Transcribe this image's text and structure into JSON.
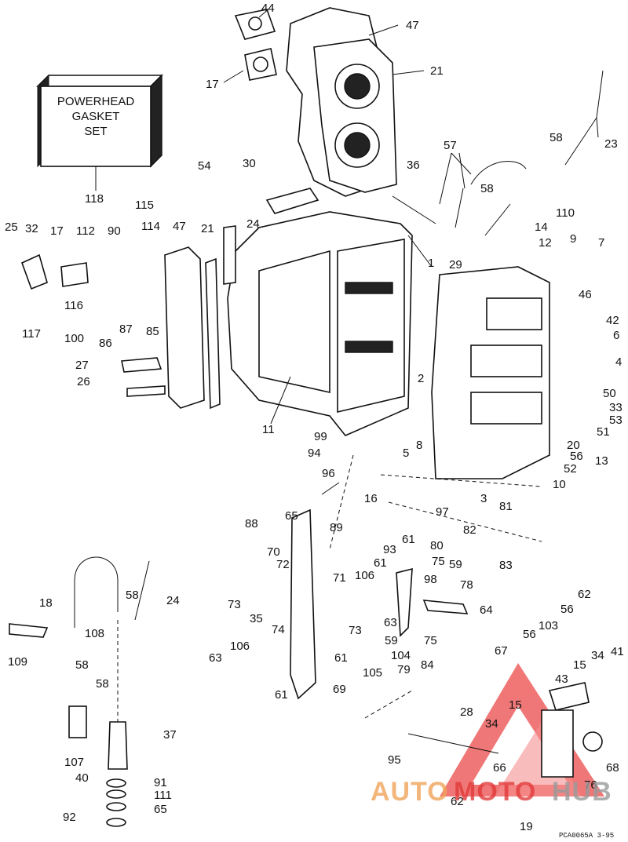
{
  "gasket_box": {
    "line1": "POWERHEAD",
    "line2": "GASKET",
    "line3": "SET"
  },
  "callouts": [
    {
      "id": "c44",
      "text": "44"
    },
    {
      "id": "c47a",
      "text": "47"
    },
    {
      "id": "c21a",
      "text": "21"
    },
    {
      "id": "c17a",
      "text": "17"
    },
    {
      "id": "c23",
      "text": "23"
    },
    {
      "id": "c58a",
      "text": "58"
    },
    {
      "id": "c57",
      "text": "57"
    },
    {
      "id": "c36",
      "text": "36"
    },
    {
      "id": "c30",
      "text": "30"
    },
    {
      "id": "c54",
      "text": "54"
    },
    {
      "id": "c118",
      "text": "118"
    },
    {
      "id": "c58b",
      "text": "58"
    },
    {
      "id": "c110",
      "text": "110"
    },
    {
      "id": "c14",
      "text": "14"
    },
    {
      "id": "c12",
      "text": "12"
    },
    {
      "id": "c9",
      "text": "9"
    },
    {
      "id": "c7",
      "text": "7"
    },
    {
      "id": "c29",
      "text": "29"
    },
    {
      "id": "c25",
      "text": "25"
    },
    {
      "id": "c32",
      "text": "32"
    },
    {
      "id": "c17b",
      "text": "17"
    },
    {
      "id": "c112",
      "text": "112"
    },
    {
      "id": "c90",
      "text": "90"
    },
    {
      "id": "c115",
      "text": "115"
    },
    {
      "id": "c114",
      "text": "114"
    },
    {
      "id": "c47b",
      "text": "47"
    },
    {
      "id": "c21b",
      "text": "21"
    },
    {
      "id": "c24a",
      "text": "24"
    },
    {
      "id": "c1",
      "text": "1"
    },
    {
      "id": "c116",
      "text": "116"
    },
    {
      "id": "c117",
      "text": "117"
    },
    {
      "id": "c100",
      "text": "100"
    },
    {
      "id": "c87",
      "text": "87"
    },
    {
      "id": "c85",
      "text": "85"
    },
    {
      "id": "c86",
      "text": "86"
    },
    {
      "id": "c46",
      "text": "46"
    },
    {
      "id": "c42",
      "text": "42"
    },
    {
      "id": "c6",
      "text": "6"
    },
    {
      "id": "c27",
      "text": "27"
    },
    {
      "id": "c2",
      "text": "2"
    },
    {
      "id": "c26",
      "text": "26"
    },
    {
      "id": "c4",
      "text": "4"
    },
    {
      "id": "c50",
      "text": "50"
    },
    {
      "id": "c33",
      "text": "33"
    },
    {
      "id": "c53",
      "text": "53"
    },
    {
      "id": "c51",
      "text": "51"
    },
    {
      "id": "c11",
      "text": "11"
    },
    {
      "id": "c99",
      "text": "99"
    },
    {
      "id": "c20",
      "text": "20"
    },
    {
      "id": "c5",
      "text": "5"
    },
    {
      "id": "c8",
      "text": "8"
    },
    {
      "id": "c94",
      "text": "94"
    },
    {
      "id": "c56a",
      "text": "56"
    },
    {
      "id": "c13",
      "text": "13"
    },
    {
      "id": "c52",
      "text": "52"
    },
    {
      "id": "c10",
      "text": "10"
    },
    {
      "id": "c96",
      "text": "96"
    },
    {
      "id": "c16",
      "text": "16"
    },
    {
      "id": "c3",
      "text": "3"
    },
    {
      "id": "c97",
      "text": "97"
    },
    {
      "id": "c81",
      "text": "81"
    },
    {
      "id": "c88",
      "text": "88"
    },
    {
      "id": "c65a",
      "text": "65"
    },
    {
      "id": "c89",
      "text": "89"
    },
    {
      "id": "c82",
      "text": "82"
    },
    {
      "id": "c70",
      "text": "70"
    },
    {
      "id": "c61a",
      "text": "61"
    },
    {
      "id": "c80",
      "text": "80"
    },
    {
      "id": "c93",
      "text": "93"
    },
    {
      "id": "c75a",
      "text": "75"
    },
    {
      "id": "c83",
      "text": "83"
    },
    {
      "id": "c59a",
      "text": "59"
    },
    {
      "id": "c72",
      "text": "72"
    },
    {
      "id": "c61b",
      "text": "61"
    },
    {
      "id": "c106a",
      "text": "106"
    },
    {
      "id": "c98",
      "text": "98"
    },
    {
      "id": "c78",
      "text": "78"
    },
    {
      "id": "c62a",
      "text": "62"
    },
    {
      "id": "c71",
      "text": "71"
    },
    {
      "id": "c18",
      "text": "18"
    },
    {
      "id": "c58c",
      "text": "58"
    },
    {
      "id": "c24b",
      "text": "24"
    },
    {
      "id": "c73a",
      "text": "73"
    },
    {
      "id": "c64",
      "text": "64"
    },
    {
      "id": "c56b",
      "text": "56"
    },
    {
      "id": "c35",
      "text": "35"
    },
    {
      "id": "c63a",
      "text": "63"
    },
    {
      "id": "c74",
      "text": "74"
    },
    {
      "id": "c73b",
      "text": "73"
    },
    {
      "id": "c56c",
      "text": "56"
    },
    {
      "id": "c103",
      "text": "103"
    },
    {
      "id": "c109",
      "text": "109"
    },
    {
      "id": "c108",
      "text": "108"
    },
    {
      "id": "c59b",
      "text": "59"
    },
    {
      "id": "c75b",
      "text": "75"
    },
    {
      "id": "c67",
      "text": "67"
    },
    {
      "id": "c106b",
      "text": "106"
    },
    {
      "id": "c61c",
      "text": "61"
    },
    {
      "id": "c104",
      "text": "104"
    },
    {
      "id": "c84",
      "text": "84"
    },
    {
      "id": "c41",
      "text": "41"
    },
    {
      "id": "c58d",
      "text": "58"
    },
    {
      "id": "c63b",
      "text": "63"
    },
    {
      "id": "c105",
      "text": "105"
    },
    {
      "id": "c79",
      "text": "79"
    },
    {
      "id": "c34a",
      "text": "34"
    },
    {
      "id": "c15a",
      "text": "15"
    },
    {
      "id": "c58e",
      "text": "58"
    },
    {
      "id": "c61d",
      "text": "61"
    },
    {
      "id": "c69",
      "text": "69"
    },
    {
      "id": "c43",
      "text": "43"
    },
    {
      "id": "c15b",
      "text": "15"
    },
    {
      "id": "c28",
      "text": "28"
    },
    {
      "id": "c34b",
      "text": "34"
    },
    {
      "id": "c37",
      "text": "37"
    },
    {
      "id": "c107",
      "text": "107"
    },
    {
      "id": "c95",
      "text": "95"
    },
    {
      "id": "c68",
      "text": "68"
    },
    {
      "id": "c40",
      "text": "40"
    },
    {
      "id": "c91",
      "text": "91"
    },
    {
      "id": "c66",
      "text": "66"
    },
    {
      "id": "c111",
      "text": "111"
    },
    {
      "id": "c76",
      "text": "76"
    },
    {
      "id": "c65b",
      "text": "65"
    },
    {
      "id": "c62b",
      "text": "62"
    },
    {
      "id": "c92",
      "text": "92"
    },
    {
      "id": "c19",
      "text": "19"
    }
  ],
  "figure_code": "PCA0065A   3-95",
  "watermark": {
    "auto": "AUTO",
    "moto": "MOTO",
    "hub": "HUB",
    "color_orange": "#f0a35a",
    "color_red": "#e23b3b",
    "color_grey": "#9a9a9a"
  }
}
